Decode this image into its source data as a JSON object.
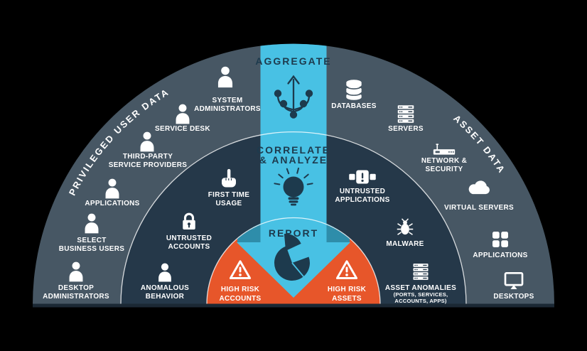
{
  "diagram": {
    "arc_titles": {
      "left": "PRIVILEGED USER DATA",
      "right": "ASSET DATA"
    },
    "flow": {
      "step1": "AGGREGATE",
      "step2_line1": "CORRELATE",
      "step2_line2": "& ANALYZE",
      "step3": "REPORT"
    },
    "colors": {
      "background": "#000000",
      "outer_ring": "#475764",
      "middle_ring": "#253849",
      "inner_ring": "#e7562a",
      "flow_band": "#48c1e4",
      "flow_band_shadow": "#2e8daa",
      "flow_text": "#1d3a4d",
      "label_text": "#ffffff"
    },
    "outer_left": [
      {
        "icon": "person-icon",
        "lines": [
          "SYSTEM",
          "ADMINISTRATORS"
        ]
      },
      {
        "icon": "person-icon",
        "lines": [
          "SERVICE DESK"
        ]
      },
      {
        "icon": "person-icon",
        "lines": [
          "THIRD-PARTY",
          "SERVICE PROVIDERS"
        ]
      },
      {
        "icon": "person-icon",
        "lines": [
          "APPLICATIONS"
        ]
      },
      {
        "icon": "person-icon",
        "lines": [
          "SELECT",
          "BUSINESS USERS"
        ]
      },
      {
        "icon": "person-icon",
        "lines": [
          "DESKTOP",
          "ADMINISTRATORS"
        ]
      }
    ],
    "middle_left": [
      {
        "icon": "pointing-finger-icon",
        "lines": [
          "FIRST TIME",
          "USAGE"
        ]
      },
      {
        "icon": "padlock-icon",
        "lines": [
          "UNTRUSTED",
          "ACCOUNTS"
        ]
      },
      {
        "icon": "person-icon",
        "lines": [
          "ANOMALOUS",
          "BEHAVIOR"
        ]
      }
    ],
    "middle_right": [
      {
        "icon": "untrusted-app-icon",
        "lines": [
          "UNTRUSTED",
          "APPLICATIONS"
        ]
      },
      {
        "icon": "bug-icon",
        "lines": [
          "MALWARE"
        ]
      },
      {
        "icon": "server-stack-icon",
        "lines": [
          "ASSET ANOMALIES",
          "(PORTS, SERVICES,",
          "ACCOUNTS, APPS)"
        ]
      }
    ],
    "outer_right": [
      {
        "icon": "database-icon",
        "lines": [
          "DATABASES"
        ]
      },
      {
        "icon": "server-stack-icon",
        "lines": [
          "SERVERS"
        ]
      },
      {
        "icon": "router-icon",
        "lines": [
          "NETWORK &",
          "SECURITY"
        ]
      },
      {
        "icon": "cloud-icon",
        "lines": [
          "VIRTUAL SERVERS"
        ]
      },
      {
        "icon": "app-grid-icon",
        "lines": [
          "APPLICATIONS"
        ]
      },
      {
        "icon": "desktop-monitor-icon",
        "lines": [
          "DESKTOPS"
        ]
      }
    ],
    "high_risk": [
      {
        "icon": "warning-triangle-icon",
        "lines": [
          "HIGH RISK",
          "ACCOUNTS"
        ]
      },
      {
        "icon": "warning-triangle-icon",
        "lines": [
          "HIGH RISK",
          "ASSETS"
        ]
      }
    ]
  }
}
